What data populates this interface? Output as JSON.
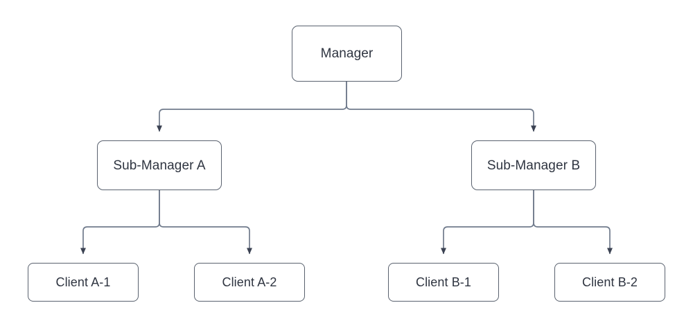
{
  "diagram": {
    "type": "org-chart-tree",
    "title": "Manager hierarchy org chart",
    "background_color": "#ffffff",
    "node_fill": "#ffffff",
    "node_border_color": "#59616e",
    "edge_color": "#707b8c",
    "arrow_color": "#3b4252",
    "text_color": "#2e3440"
  },
  "nodes": {
    "root": {
      "label": "Manager"
    },
    "mid": [
      {
        "label": "Sub-Manager A"
      },
      {
        "label": "Sub-Manager B"
      }
    ],
    "leaves": [
      {
        "label": "Client A-1"
      },
      {
        "label": "Client A-2"
      },
      {
        "label": "Client B-1"
      },
      {
        "label": "Client B-2"
      }
    ]
  },
  "edges": [
    {
      "from": "Manager",
      "to": "Sub-Manager A",
      "arrow": "to"
    },
    {
      "from": "Manager",
      "to": "Sub-Manager B",
      "arrow": "to"
    },
    {
      "from": "Sub-Manager A",
      "to": "Client A-1",
      "arrow": "to"
    },
    {
      "from": "Sub-Manager A",
      "to": "Client A-2",
      "arrow": "to"
    },
    {
      "from": "Sub-Manager B",
      "to": "Client B-1",
      "arrow": "to"
    },
    {
      "from": "Sub-Manager B",
      "to": "Client B-2",
      "arrow": "to"
    }
  ]
}
